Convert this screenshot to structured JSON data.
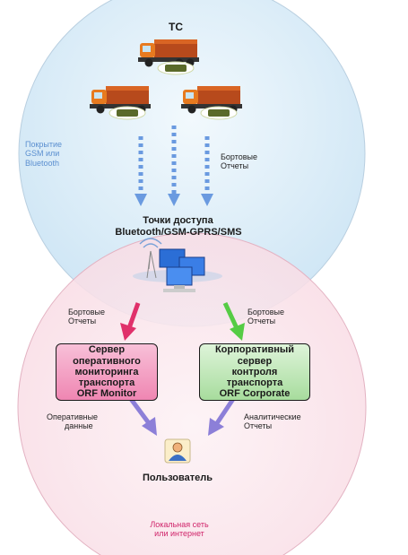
{
  "top": {
    "title": "ТС",
    "coverage": [
      "Покрытие",
      "GSM или",
      "Bluetooth"
    ],
    "onboard_reports": [
      "Бортовые",
      "Отчеты"
    ]
  },
  "access_points": {
    "title": "Точки доступа",
    "subtitle": "Bluetooth/GSM-GPRS/SMS"
  },
  "left_flow": {
    "reports": [
      "Бортовые",
      "Отчеты"
    ],
    "server": [
      "Сервер",
      "оперативного",
      "мониторинга",
      "транспорта",
      "ORF Monitor"
    ],
    "output": [
      "Оперативные",
      "данные"
    ]
  },
  "right_flow": {
    "reports": [
      "Бортовые",
      "Отчеты"
    ],
    "server": [
      "Корпоративный",
      "сервер",
      "контроля",
      "транспорта",
      "ORF Corporate"
    ],
    "output": [
      "Аналитические",
      "Отчеты"
    ]
  },
  "user": {
    "label": "Пользователь"
  },
  "network": [
    "Локальная сеть",
    "или интернет"
  ],
  "colors": {
    "top_circle": "#d8ecf8",
    "bottom_circle": "#fbe3ea",
    "arrow_blue": "#6a9ae0",
    "arrow_pink": "#e0306a",
    "arrow_green": "#55cc44",
    "arrow_purple": "#8c7fd8",
    "monitor_box": "#f4a2c4",
    "corporate_box": "#bfe8b8",
    "truck_cab": "#e77a1f",
    "truck_body": "#b74a1c"
  }
}
